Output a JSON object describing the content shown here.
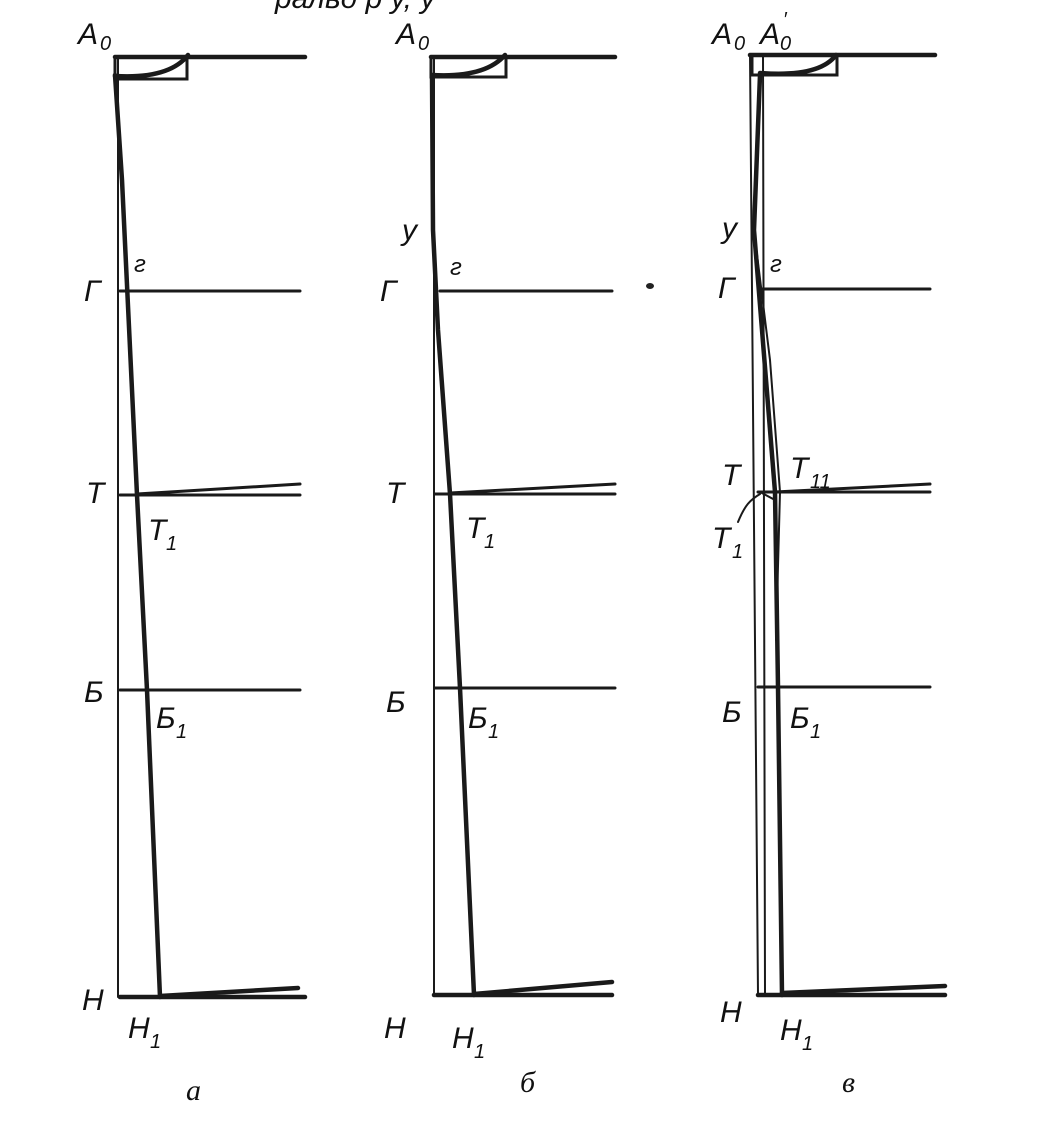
{
  "figure": {
    "header_fragment": "ральд  р  у,  у",
    "panels": [
      {
        "id": "a",
        "caption": "а",
        "labels": {
          "A0": "A",
          "A0_sub": "0",
          "G": "Г",
          "g": "г",
          "T": "Т",
          "T1": "Т",
          "T1_sub": "1",
          "B": "Б",
          "B1": "Б",
          "B1_sub": "1",
          "H": "Н",
          "H1": "Н",
          "H1_sub": "1"
        }
      },
      {
        "id": "b",
        "caption": "б",
        "labels": {
          "A0": "A",
          "A0_sub": "0",
          "y": "у",
          "G": "Г",
          "g": "г",
          "T": "Т",
          "T1": "Т",
          "T1_sub": "1",
          "B": "Б",
          "B1": "Б",
          "B1_sub": "1",
          "H": "Н",
          "H1": "Н",
          "H1_sub": "1"
        }
      },
      {
        "id": "v",
        "caption": "в",
        "labels": {
          "A0": "A",
          "A0_sub": "0",
          "A0p": "A",
          "A0p_sub": "0",
          "y": "у",
          "G": "Г",
          "g": "г",
          "T": "Т",
          "T11": "Т",
          "T11_sub": "11",
          "T1": "Т",
          "T1_sub": "1",
          "B": "Б",
          "B1": "Б",
          "B1_sub": "1",
          "H": "Н",
          "H1": "Н",
          "H1_sub": "1"
        }
      }
    ]
  }
}
